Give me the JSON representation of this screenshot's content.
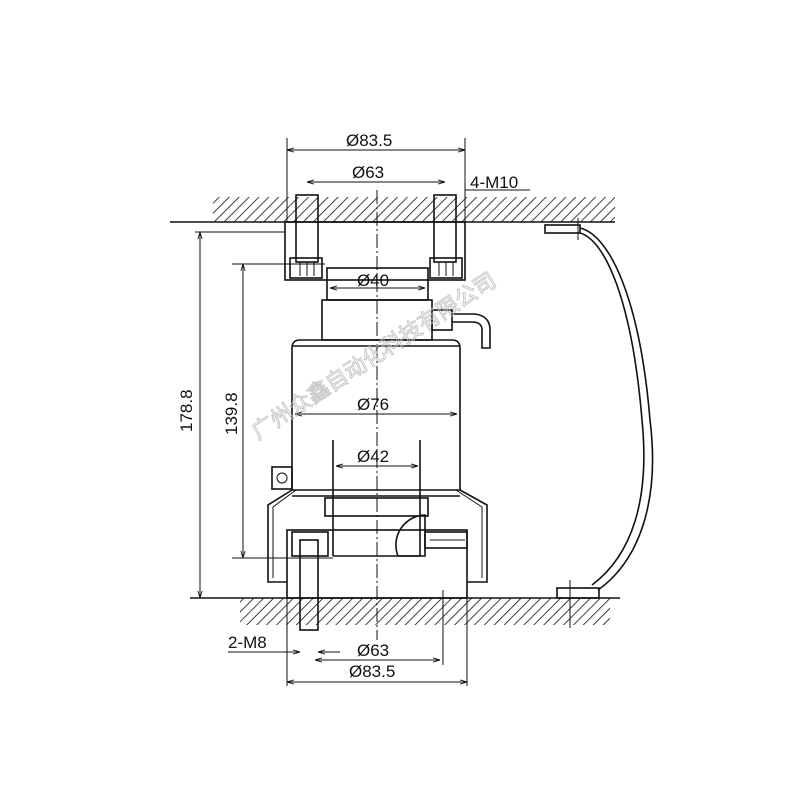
{
  "drawing": {
    "top_outer_diameter": "Ø83.5",
    "top_bolt_circle": "Ø63",
    "top_thread": "4-M10",
    "sensor_head_diameter": "Ø40",
    "body_diameter": "Ø76",
    "inner_diameter": "Ø42",
    "total_height": "178.8",
    "body_height": "139.8",
    "bottom_thread": "2-M8",
    "bottom_bolt_circle": "Ø63",
    "bottom_outer_diameter": "Ø83.5",
    "watermark": "广州众鑫自动化科技有限公司"
  }
}
